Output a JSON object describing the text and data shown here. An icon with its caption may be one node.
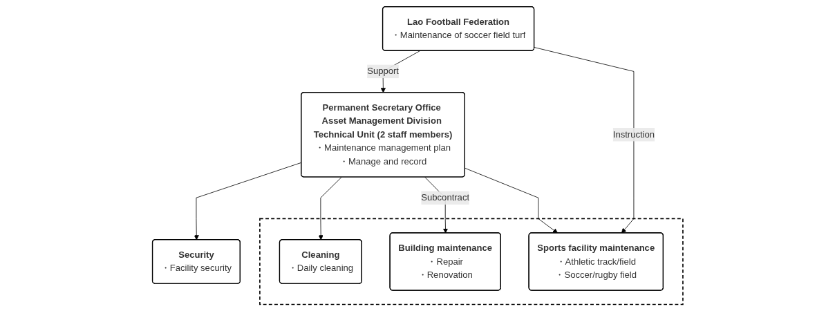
{
  "diagram": {
    "nodes": [
      {
        "text": [
          "Permanent Secretary Office Asset Management Division Technical Unit (2 staff members)",
          "・Maintenance management plan",
          "・Manage and record"
        ]
      },
      {
        "text": [
          "Lao Football Federation",
          "・Maintenance of soccer field turf"
        ]
      },
      {
        "text": [
          "Security",
          "・Facility security"
        ]
      },
      {
        "text": [],
        "shape": "box"
      },
      {
        "text": [
          "Cleaning",
          "・Daily cleaning"
        ],
        "in": 3
      },
      {
        "text": [
          "Building maintenance",
          "・Repair",
          "・Renovation"
        ],
        "in": 3
      },
      {
        "text": [
          "Sports facility maintenance",
          "・Athletic track/field",
          "・Soccer/rugby field"
        ],
        "in": 3
      }
    ],
    "edges": [
      {
        "from": 1,
        "to": 0,
        "arrow": "to",
        "label": "Support"
      },
      {
        "from": 0,
        "to": 2,
        "arrow": "to"
      },
      {
        "from": 0,
        "to": 4,
        "arrow": "to"
      },
      {
        "from": 0,
        "to": 5,
        "arrow": "to",
        "label": "Subcontract"
      },
      {
        "from": 0,
        "to": 6,
        "arrow": "to"
      },
      {
        "from": 1,
        "to": 6,
        "arrow": "to",
        "label": "Instruction"
      }
    ]
  }
}
